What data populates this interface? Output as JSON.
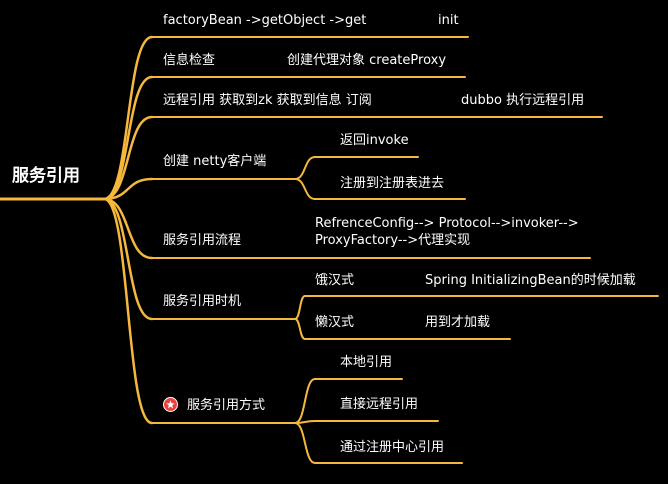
{
  "colors": {
    "background": "#000000",
    "branch": "#f5b83d",
    "text": "#ffffff",
    "marker": "#e8433f"
  },
  "root": "服务引用",
  "branches": [
    {
      "label": "factoryBean ->getObject ->get",
      "note": "init"
    },
    {
      "label": "信息检查",
      "note": "创建代理对象 createProxy"
    },
    {
      "label": "远程引用 获取到zk  获取到信息  订阅",
      "note": "dubbo 执行远程引用"
    },
    {
      "label": "创建 netty客户端",
      "children": [
        {
          "label": "返回invoke"
        },
        {
          "label": "注册到注册表进去"
        }
      ]
    },
    {
      "label": "服务引用流程",
      "note_lines": [
        "RefrenceConfig--> Protocol-->invoker-->",
        "ProxyFactory-->代理实现"
      ]
    },
    {
      "label": "服务引用时机",
      "children": [
        {
          "label": "饿汉式",
          "note": "Spring InitializingBean的时候加载"
        },
        {
          "label": "懒汉式",
          "note": "用到才加载"
        }
      ]
    },
    {
      "label": "服务引用方式",
      "icon": "star-marker-icon",
      "children": [
        {
          "label": "本地引用"
        },
        {
          "label": "直接远程引用"
        },
        {
          "label": "通过注册中心引用"
        }
      ]
    }
  ]
}
